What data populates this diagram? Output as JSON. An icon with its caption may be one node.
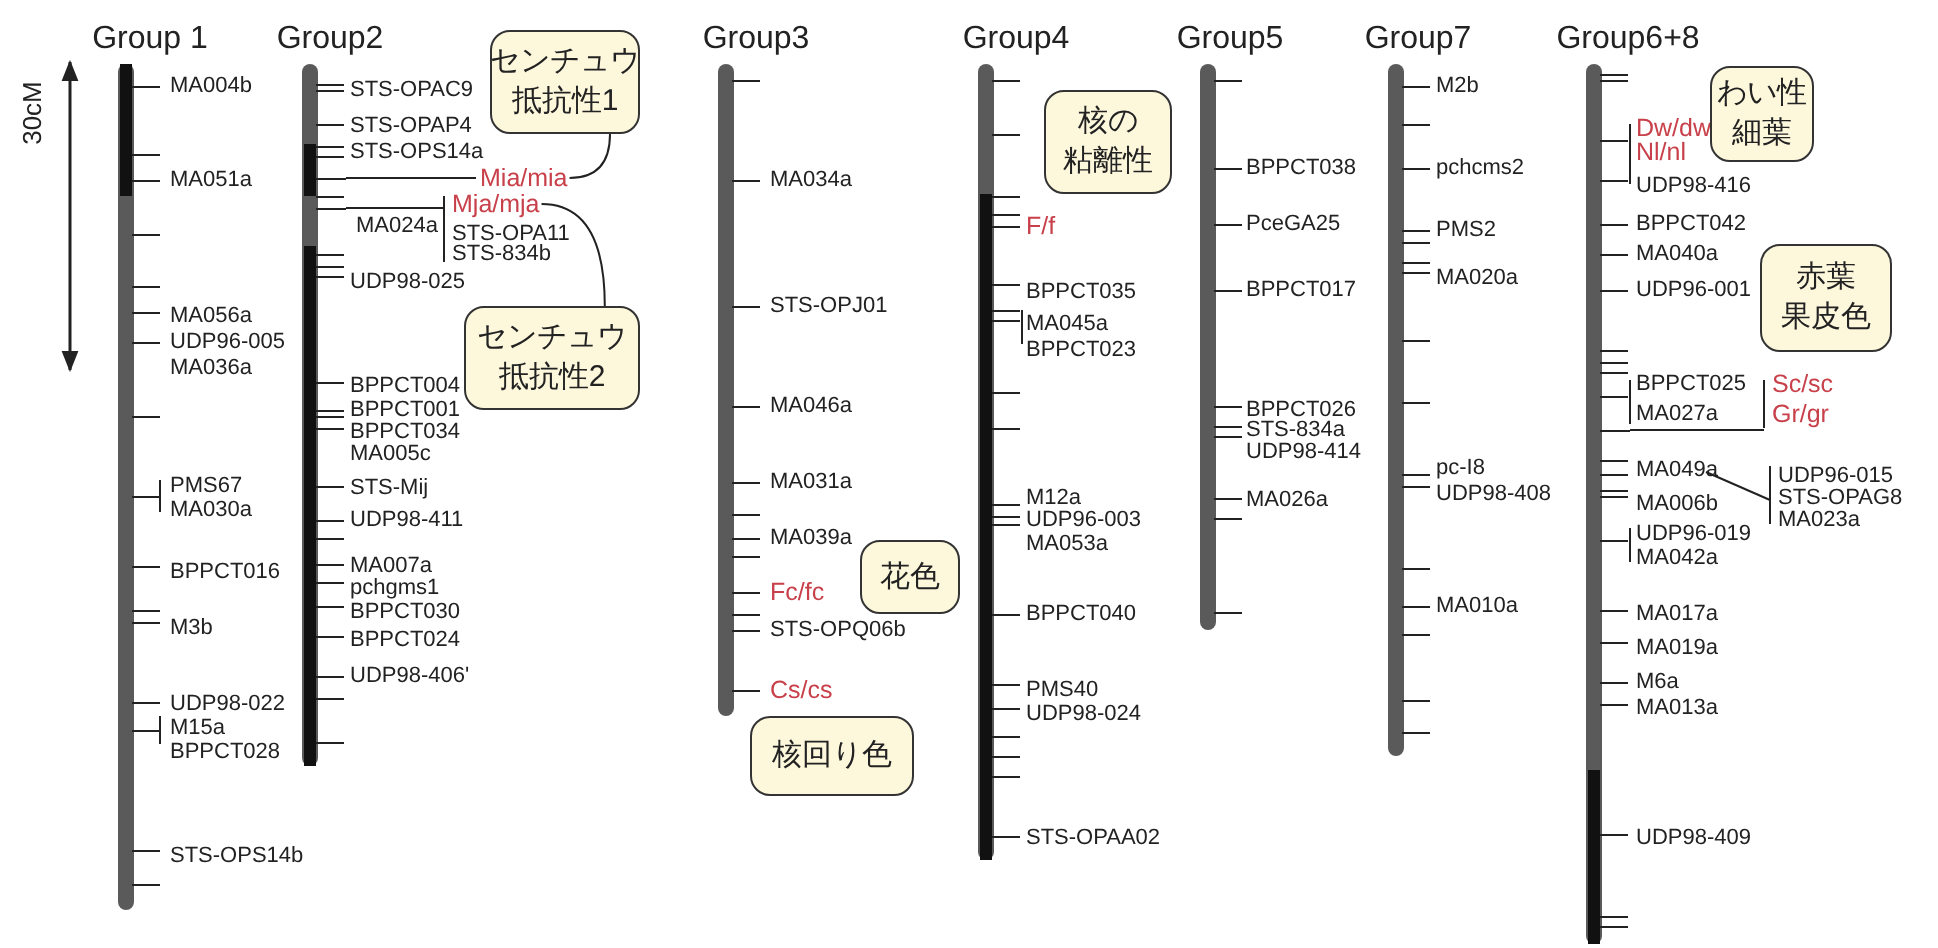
{
  "diagram": {
    "nodes": [
      {
        "text": [
          "Group 1",
          "MA004b",
          "MA051a",
          "MA056a",
          "UDP96-005",
          "MA036a",
          "PMS67",
          "MA030a",
          "BPPCT016",
          "M3b",
          "UDP98-022",
          "M15a",
          "BPPCT028",
          "STS-OPS14b"
        ]
      },
      {
        "text": [
          "Group2",
          "STS-OPAC9",
          "STS-OPAP4",
          "STS-OPS14a",
          "Mia/mia",
          "Mja/mja",
          "MA024a",
          "STS-OPA11",
          "STS-834b",
          "UDP98-025",
          "BPPCT004",
          "BPPCT001",
          "BPPCT034",
          "MA005c",
          "STS-Mij",
          "UDP98-411",
          "MA007a",
          "pchgms1",
          "BPPCT030",
          "BPPCT024",
          "UDP98-406'"
        ]
      },
      {
        "text": [
          "Group3",
          "MA034a",
          "STS-OPJ01",
          "MA046a",
          "MA031a",
          "MA039a",
          "Fc/fc",
          "STS-OPQ06b",
          "Cs/cs"
        ]
      },
      {
        "text": [
          "Group4",
          "F/f",
          "BPPCT035",
          "MA045a",
          "BPPCT023",
          "M12a",
          "UDP96-003",
          "MA053a",
          "BPPCT040",
          "PMS40",
          "UDP98-024",
          "STS-OPAA02"
        ]
      },
      {
        "text": [
          "Group5",
          "BPPCT038",
          "PceGA25",
          "BPPCT017",
          "BPPCT026",
          "STS-834a",
          "UDP98-414",
          "MA026a"
        ]
      },
      {
        "text": [
          "Group7",
          "M2b",
          "pchcms2",
          "PMS2",
          "MA020a",
          "pc-I8",
          "UDP98-408",
          "MA010a"
        ]
      },
      {
        "text": [
          "Group6+8",
          "Dw/dw",
          "Nl/nl",
          "UDP98-416",
          "BPPCT042",
          "MA040a",
          "UDP96-001",
          "BPPCT025",
          "MA027a",
          "Sc/sc",
          "Gr/gr",
          "MA049a",
          "UDP96-015",
          "STS-OPAG8",
          "MA023a",
          "MA006b",
          "UDP96-019",
          "MA042a",
          "MA017a",
          "MA019a",
          "M6a",
          "MA013a",
          "UDP98-409"
        ]
      },
      {
        "text": [
          "センチュウ抵抗性1"
        ]
      },
      {
        "text": [
          "センチュウ抵抗性2"
        ]
      },
      {
        "text": [
          "核の粘離性"
        ],
        "in": 3
      },
      {
        "text": [
          "花色"
        ]
      },
      {
        "text": [
          "核回り色"
        ]
      },
      {
        "text": [
          "わい性細葉"
        ],
        "in": 6
      },
      {
        "text": [
          "赤葉果皮色"
        ],
        "in": 6
      }
    ],
    "edges": [
      {
        "from": 7,
        "to": 1,
        "arrow": "none"
      },
      {
        "from": 8,
        "to": 1,
        "arrow": "none"
      }
    ],
    "labels": [
      "30cM"
    ]
  }
}
